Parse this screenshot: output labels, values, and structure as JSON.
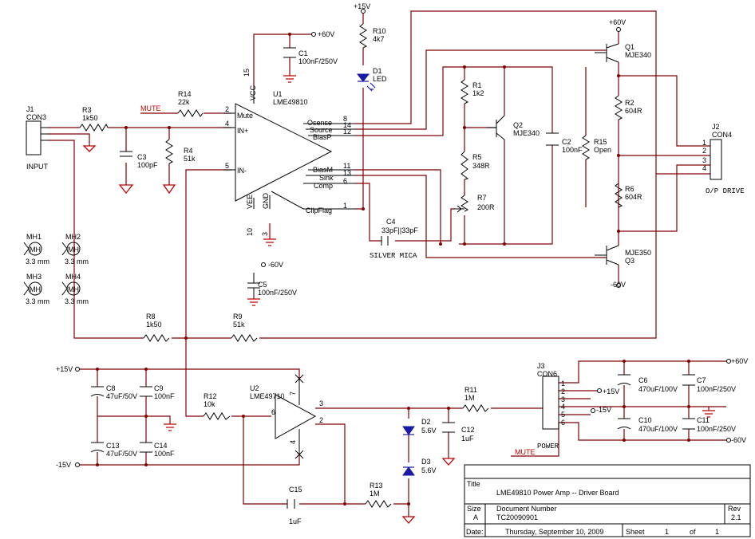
{
  "labels": {
    "plus15_top": "+15V",
    "r10_ref": "R10",
    "r10_val": "4k7",
    "d1_ref": "D1",
    "d1_val": "LED",
    "plus60_u1": "+60V",
    "u1_ref": "U1",
    "u1_val": "LME49810",
    "c1_ref": "C1",
    "c1_val": "100nF/250V",
    "vcc": "VCC",
    "pin15": "15",
    "j1_ref": "J1",
    "j1_val": "CON3",
    "input": "INPUT",
    "r3_ref": "R3",
    "r3_val": "1k50",
    "mute_top": "MUTE",
    "r14_ref": "R14",
    "r14_val": "22k",
    "mute_pin": "Mute",
    "inp_pin": "IN+",
    "inm_pin": "IN-",
    "p2": "2",
    "p4": "4",
    "p5": "5",
    "c3_ref": "C3",
    "c3_val": "100pF",
    "r4_ref": "R4",
    "r4_val": "51k",
    "osense": "Osense",
    "source": "Source",
    "biasp": "BiasP",
    "biasm": "BiasM",
    "sink": "Sink",
    "comp": "Comp",
    "clipflag": "ClipFlag",
    "p8": "8",
    "p14": "14",
    "p12": "12",
    "p11": "11",
    "p13": "13",
    "p6": "6",
    "p1": "1",
    "vee": "VEE",
    "gnd": "GND",
    "p10": "10",
    "p3": "3",
    "minus60_u1": "-60V",
    "c5_ref": "C5",
    "c5_val": "100nF/250V",
    "c4_ref": "C4",
    "c4_val": "33pF||33pF",
    "silver_mica": "SILVER MICA",
    "r1_ref": "R1",
    "r1_val": "1k2",
    "q2_ref": "Q2",
    "q2_val": "MJE340",
    "r5_ref": "R5",
    "r5_val": "348R",
    "r7_ref": "R7",
    "r7_val": "200R",
    "c2_ref": "C2",
    "c2_val": "100nF",
    "r15_ref": "R15",
    "r15_val": "Open",
    "plus60_q1": "+60V",
    "q1_ref": "Q1",
    "q1_val": "MJE340",
    "r2_ref": "R2",
    "r2_val": "604R",
    "r6_ref": "R6",
    "r6_val": "604R",
    "q3_val": "MJE350",
    "q3_ref": "Q3",
    "minus60_q3": "-60V",
    "j2_ref": "J2",
    "j2_val": "CON4",
    "j2_p1": "1",
    "j2_p2": "2",
    "j2_p3": "3",
    "j2_p4": "4",
    "op_drive": "O/P DRIVE",
    "mh1": "MH1",
    "mh2": "MH2",
    "mh3": "MH3",
    "mh4": "MH4",
    "mh_size1": "3.3 mm",
    "mh_size2": "3.3 mm",
    "mh_size3": "3.3 mm",
    "mh_size4": "3.3 mm",
    "mh_text1": "MH",
    "mh_text2": "MH",
    "mh_text3": "MH",
    "mh_text4": "MH",
    "r8_ref": "R8",
    "r8_val": "1k50",
    "r9_ref": "R9",
    "r9_val": "51k",
    "plus15_left": "+15V",
    "minus15_left": "-15V",
    "c8_ref": "C8",
    "c8_val": "47uF/50V",
    "c9_ref": "C9",
    "c9_val": "100nF",
    "c13_ref": "C13",
    "c13_val": "47uF/50V",
    "c14_ref": "C14",
    "c14_val": "100nF",
    "r12_ref": "R12",
    "r12_val": "10k",
    "u2_ref": "U2",
    "u2_val": "LME49710",
    "u2_p6": "6",
    "u2_p3": "3",
    "u2_p2": "2",
    "u2_p7": "7",
    "u2_p4": "4",
    "u2_p8": "",
    "u2_p5": "",
    "c15_ref": "C15",
    "c15_val": "1uF",
    "r13_ref": "R13",
    "r13_val": "1M",
    "d2_ref": "D2",
    "d2_val": "5.6V",
    "d3_ref": "D3",
    "d3_val": "5.6V",
    "c12_ref": "C12",
    "c12_val": "1uF",
    "r11_ref": "R11",
    "r11_val": "1M",
    "j3_ref": "J3",
    "j3_val": "CON6",
    "j3_p1": "1",
    "j3_p2": "2",
    "j3_p3": "3",
    "j3_p4": "4",
    "j3_p5": "5",
    "j3_p6": "6",
    "power": "POWER",
    "mute_bottom": "MUTE",
    "plus15_right": "+15V",
    "minus15_right": "-15V",
    "plus60_right": "+60V",
    "minus60_right": "-60V",
    "c6_ref": "C6",
    "c6_val": "470uF/100V",
    "c7_ref": "C7",
    "c7_val": "100nF/250V",
    "c10_ref": "C10",
    "c10_val": "470uF/100V",
    "c11_ref": "C11",
    "c11_val": "100nF/250V"
  },
  "title_block": {
    "title_label": "Title",
    "title": "LME49810 Power Amp -- Driver Board",
    "size_label": "Size",
    "size": "A",
    "docnum_label": "Document Number",
    "docnum": "TC20090901",
    "rev_label": "Rev",
    "rev": "2.1",
    "date_label": "Date:",
    "date": "Thursday, September 10, 2009",
    "sheet_label": "Sheet",
    "sheet_num": "1",
    "of_label": "of",
    "sheet_total": "1"
  },
  "colors": {
    "wire": "#800000",
    "component": "#000000",
    "diode": "#1a1aa6",
    "ground": "#c00000",
    "net_label": "#c00000"
  }
}
